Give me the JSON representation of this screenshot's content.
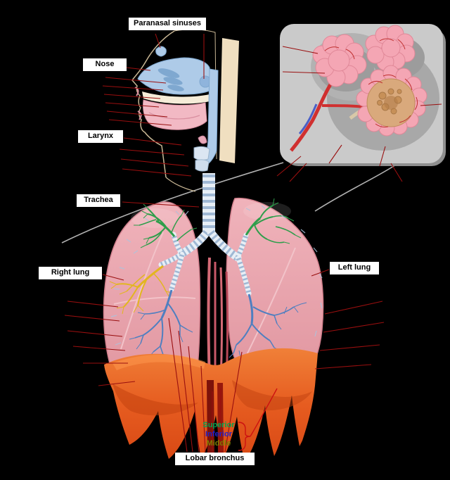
{
  "page": {
    "title": "Respiratory system diagram",
    "background_color": "#000000"
  },
  "labels": {
    "paranasal_sinuses": "Paranasal sinuses",
    "nose": "Nose",
    "larynx": "Larynx",
    "trachea": "Trachea",
    "right_lung": "Right lung",
    "left_lung": "Left lung",
    "lobar_bronchus": "Lobar bronchus"
  },
  "lobar_bronchus_branches": {
    "superior": {
      "text": "Superior",
      "color": "#00A551"
    },
    "inferior": {
      "text": "Inferior",
      "color": "#2020CC"
    },
    "middle": {
      "text": "Middle",
      "color": "#7D7D00"
    }
  },
  "colors": {
    "label_background": "#FFFFFF",
    "label_text": "#000000",
    "leader_line": "#990F0F",
    "lung": "#EBA6AD",
    "diaphragm": "#E2551E",
    "trachea": "#9FB8D4",
    "superior_lobe_tree": "#2E9E4B",
    "middle_lobe_tree": "#E2B61F",
    "inferior_lobe_tree": "#4F7FC0",
    "inset_background": "#CACACA",
    "alveoli": "#F4A6B4",
    "connector_line": "#B0B0B0"
  }
}
